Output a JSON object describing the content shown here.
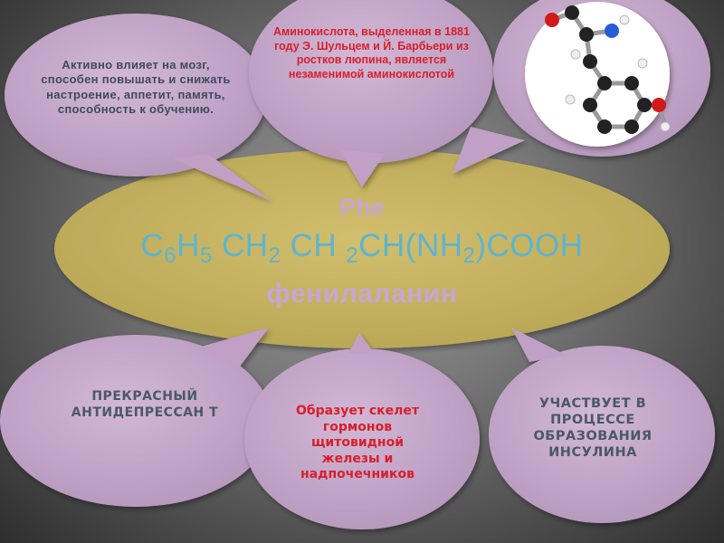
{
  "center": {
    "abbr": "Phe",
    "formula_parts": [
      "C",
      "6",
      "H",
      "5",
      " CH",
      "2",
      " CH ",
      "2",
      "CH(NH",
      "2",
      ")COOH"
    ],
    "name": "фенилаланин"
  },
  "bubbles": {
    "brain": "Активно влияет на мозг, способен повышать и снижать настроение, аппетит, память, способность к обучению.",
    "history": "Аминокислота, выделенная в 1881 году Э. Шульцем и Й. Барбьери из ростков люпина, является незаменимой аминокислотой",
    "antidepressant": "ПРЕКРАСНЫЙ АНТИДЕПРЕССАН Т",
    "skeleton": "Образует скелет гормонов щитовидной железы и надпочечников",
    "insulin": "УЧАСТВУЕТ В ПРОЦЕССЕ ОБРАЗОВАНИЯ ИНСУЛИНА"
  },
  "colors": {
    "background": "#6e6e6e",
    "center_ellipse": "#c6b363",
    "bubble_fill": "#c3a3c8",
    "formula": "#5fb3d0",
    "center_text": "#c8a6d2",
    "red_text": "#d81f2a",
    "slate_text": "#4a5868"
  },
  "icons": {
    "molecule": "phenylalanine-ball-and-stick-model"
  }
}
